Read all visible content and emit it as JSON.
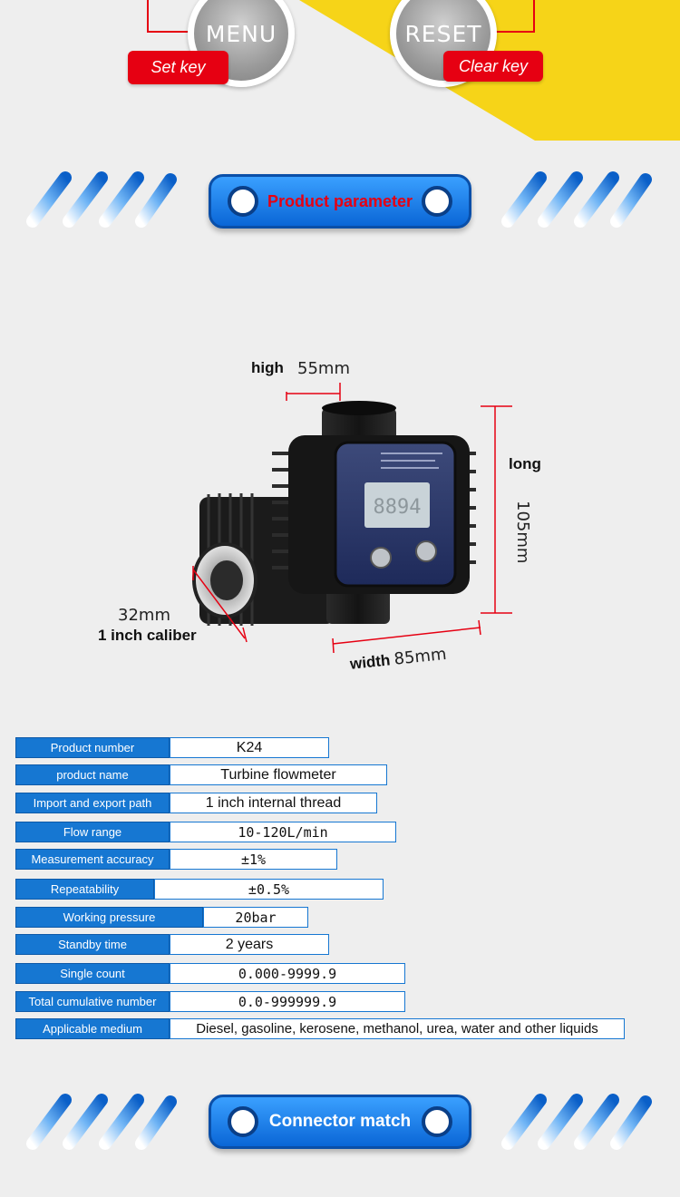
{
  "keys": {
    "menu": {
      "text": "MENU",
      "tag": "Set key"
    },
    "reset": {
      "text": "RESET",
      "tag": "Clear key"
    }
  },
  "banners": {
    "param_title": "Product parameter",
    "connector_title": "Connector match"
  },
  "dimensions": {
    "high_label": "high",
    "high_value": "55mm",
    "long_label": "long",
    "long_value": "105mm",
    "caliber_value": "32mm",
    "caliber_label": "1 inch caliber",
    "width_label": "width",
    "width_value": "85mm"
  },
  "parameters": [
    {
      "label": "Product number",
      "value": "K24"
    },
    {
      "label": "product name",
      "value": "Turbine flowmeter"
    },
    {
      "label": "Import and export path",
      "value": "1 inch internal thread"
    },
    {
      "label": "Flow range",
      "value": "10-120L/min"
    },
    {
      "label": "Measurement accuracy",
      "value": "±1%"
    },
    {
      "label": "Repeatability",
      "value": "±0.5%"
    },
    {
      "label": "Working pressure",
      "value": "20bar"
    },
    {
      "label": "Standby time",
      "value": "2 years"
    },
    {
      "label": "Single count",
      "value": "0.000-9999.9"
    },
    {
      "label": "Total cumulative number",
      "value": "0.0-999999.9"
    },
    {
      "label": "Applicable medium",
      "value": "Diesel, gasoline, kerosene, methanol, urea, water and other liquids"
    }
  ],
  "colors": {
    "accent_blue": "#1677d2",
    "tag_red": "#e60012",
    "band_yellow": "#f6d418"
  }
}
